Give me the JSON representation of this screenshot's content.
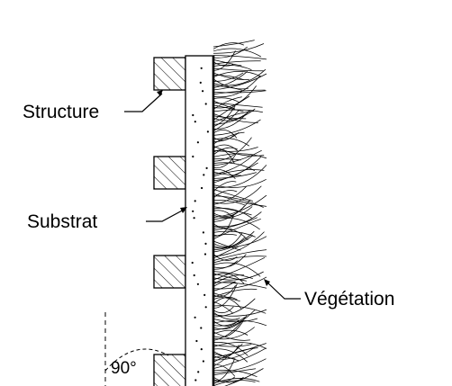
{
  "labels": {
    "structure": "Structure",
    "substrat": "Substrat",
    "vegetation": "Végétation",
    "angle": "90°"
  },
  "colors": {
    "ink": "#000000",
    "background": "#ffffff"
  }
}
